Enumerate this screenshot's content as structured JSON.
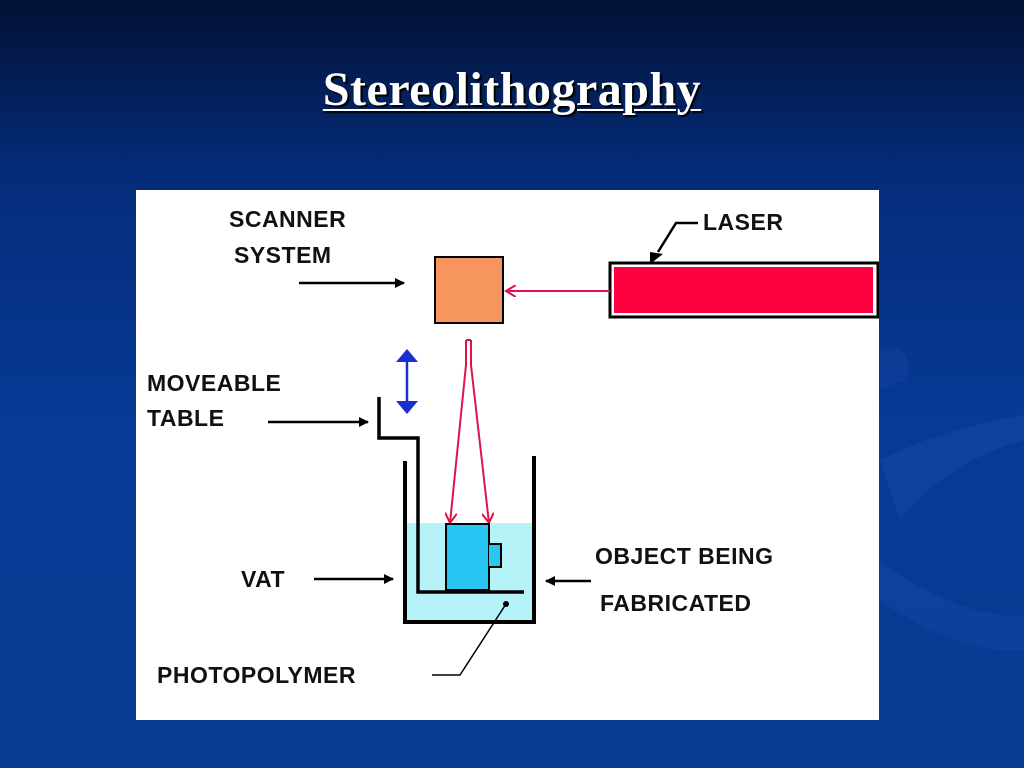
{
  "slide": {
    "title": "Stereolithography"
  },
  "diagram": {
    "labels": {
      "scanner_line1": "SCANNER",
      "scanner_line2": "SYSTEM",
      "laser": "LASER",
      "moveable_line1": "MOVEABLE",
      "moveable_line2": "TABLE",
      "vat": "VAT",
      "object_line1": "OBJECT BEING",
      "object_line2": "FABRICATED",
      "photopolymer": "PHOTOPOLYMER"
    },
    "colors": {
      "scanner_box": "#f7955f",
      "laser_body": "#ff0040",
      "laser_beam": "#e0124a",
      "photopolymer_liquid": "#b5f3f9",
      "fabricated_object": "#29c6f3",
      "table_motion_arrow": "#1a2fd0"
    }
  }
}
